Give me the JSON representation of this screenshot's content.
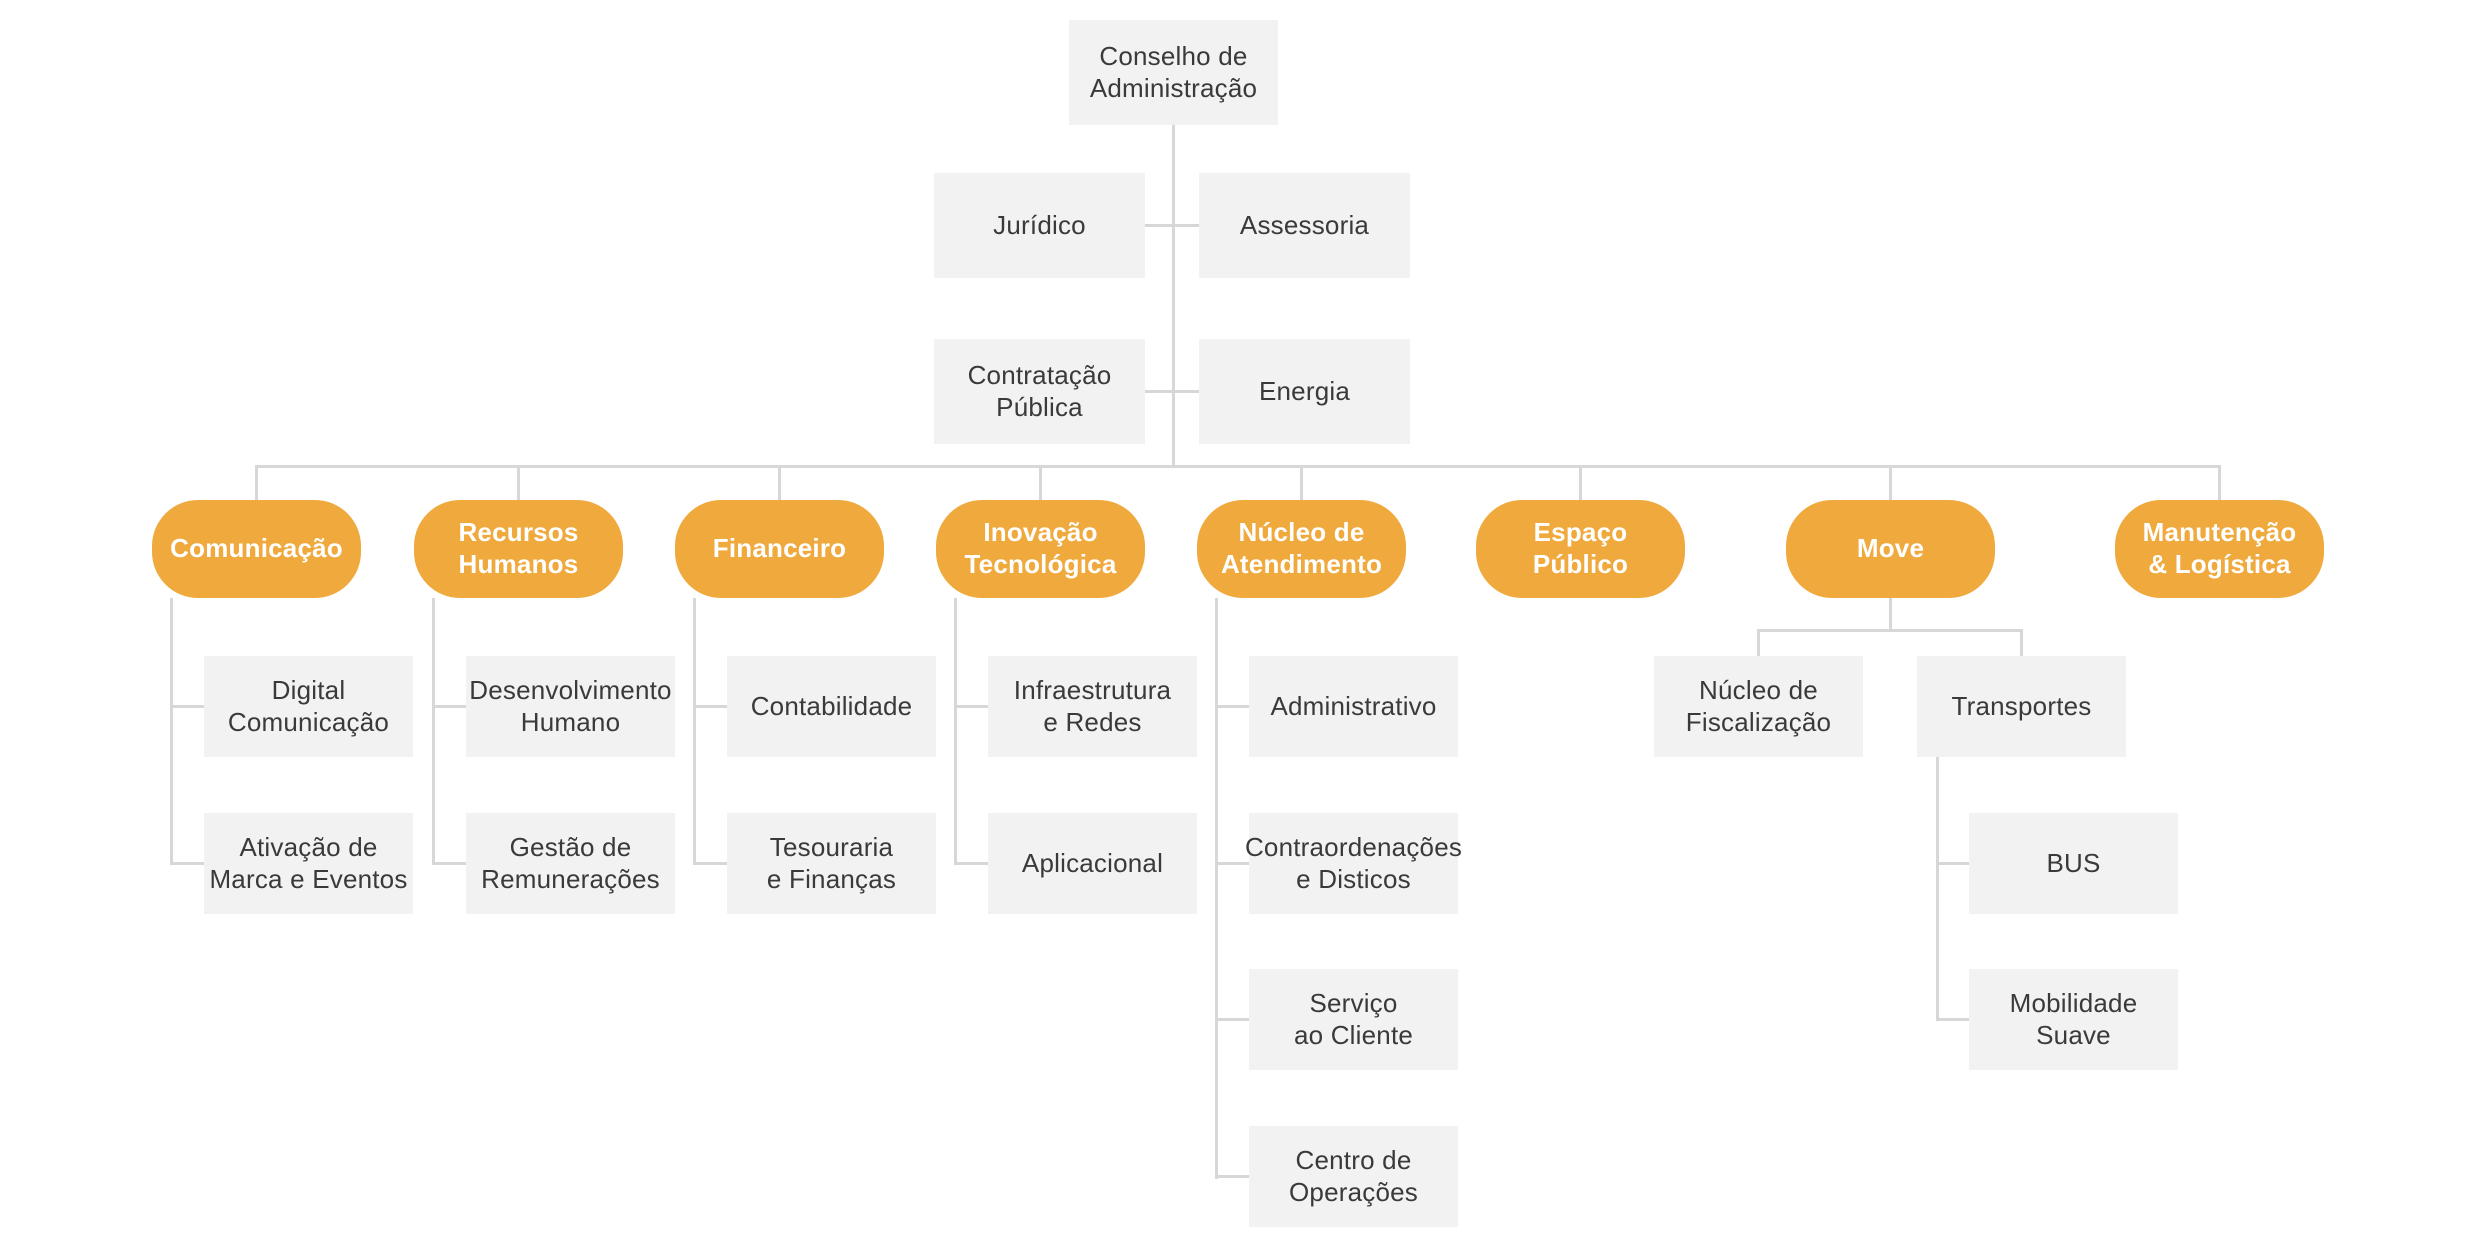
{
  "org_chart": {
    "colors": {
      "department_fill": "#EFA93C",
      "unit_fill": "#F2F2F2",
      "connector_line": "#D7D7D7",
      "unit_text": "#3A3A3A",
      "department_text": "#FFFFFF",
      "background": "#FFFFFF"
    },
    "root": {
      "id": "conselho",
      "label": "Conselho de\nAdministração"
    },
    "staff_units": [
      {
        "id": "juridico",
        "label": "Jurídico"
      },
      {
        "id": "assessoria",
        "label": "Assessoria"
      },
      {
        "id": "contratacao",
        "label": "Contratação\nPública"
      },
      {
        "id": "energia",
        "label": "Energia"
      }
    ],
    "departments": [
      {
        "id": "comunicacao",
        "label": "Comunicação",
        "children": [
          {
            "id": "digital",
            "label": "Digital\nComunicação"
          },
          {
            "id": "ativacao",
            "label": "Ativação de\nMarca e Eventos"
          }
        ]
      },
      {
        "id": "rh",
        "label": "Recursos\nHumanos",
        "children": [
          {
            "id": "desenvolvimento",
            "label": "Desenvolvimento\nHumano"
          },
          {
            "id": "gestao",
            "label": "Gestão de\nRemunerações"
          }
        ]
      },
      {
        "id": "financeiro",
        "label": "Financeiro",
        "children": [
          {
            "id": "contabilidade",
            "label": "Contabilidade"
          },
          {
            "id": "tesouraria",
            "label": "Tesouraria\ne Finanças"
          }
        ]
      },
      {
        "id": "inovacao",
        "label": "Inovação\nTecnológica",
        "children": [
          {
            "id": "infraestrutura",
            "label": "Infraestrutura\ne Redes"
          },
          {
            "id": "aplicacional",
            "label": "Aplicacional"
          }
        ]
      },
      {
        "id": "nucleo-atendimento",
        "label": "Núcleo de\nAtendimento",
        "children": [
          {
            "id": "administrativo",
            "label": "Administrativo"
          },
          {
            "id": "contraordenacoes",
            "label": "Contraordenações\ne Disticos"
          },
          {
            "id": "servico-cliente",
            "label": "Serviço\nao Cliente"
          },
          {
            "id": "centro-operacoes",
            "label": "Centro de\nOperações"
          }
        ]
      },
      {
        "id": "espaco-publico",
        "label": "Espaço\nPúblico",
        "children": []
      },
      {
        "id": "move",
        "label": "Move",
        "children": [
          {
            "id": "nucleo-fiscalizacao",
            "label": "Núcleo de\nFiscalização"
          },
          {
            "id": "transportes",
            "label": "Transportes",
            "children": [
              {
                "id": "bus",
                "label": "BUS"
              },
              {
                "id": "mobilidade",
                "label": "Mobilidade\nSuave"
              }
            ]
          }
        ]
      },
      {
        "id": "manutencao",
        "label": "Manutenção\n& Logística",
        "children": []
      }
    ]
  }
}
